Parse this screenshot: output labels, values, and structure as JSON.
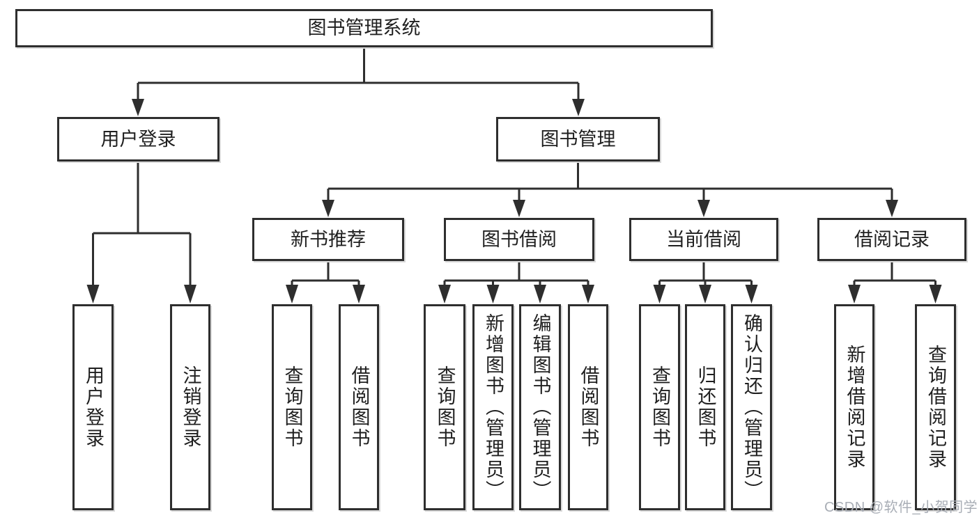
{
  "tree": {
    "root": "图书管理系统",
    "children": [
      {
        "label": "用户登录",
        "children": [
          {
            "label": "用户登录"
          },
          {
            "label": "注销登录"
          }
        ]
      },
      {
        "label": "图书管理",
        "children": [
          {
            "label": "新书推荐",
            "children": [
              {
                "label": "查询图书"
              },
              {
                "label": "借阅图书"
              }
            ]
          },
          {
            "label": "图书借阅",
            "children": [
              {
                "label": "查询图书"
              },
              {
                "label": "新增图书（管理员）"
              },
              {
                "label": "编辑图书（管理员）"
              },
              {
                "label": "借阅图书"
              }
            ]
          },
          {
            "label": "当前借阅",
            "children": [
              {
                "label": "查询图书"
              },
              {
                "label": "归还图书"
              },
              {
                "label": "确认归还（管理员）"
              }
            ]
          },
          {
            "label": "借阅记录",
            "children": [
              {
                "label": "新增借阅记录"
              },
              {
                "label": "查询借阅记录"
              }
            ]
          }
        ]
      }
    ]
  },
  "watermark": {
    "text": "CSDN @软件_小贺同学"
  },
  "colors": {
    "line": "#2e2e2e",
    "box-border": "#2e2e2e",
    "box-fill": "#ffffff",
    "text": "#1f1f1f",
    "watermark": "#a9aeb6"
  }
}
